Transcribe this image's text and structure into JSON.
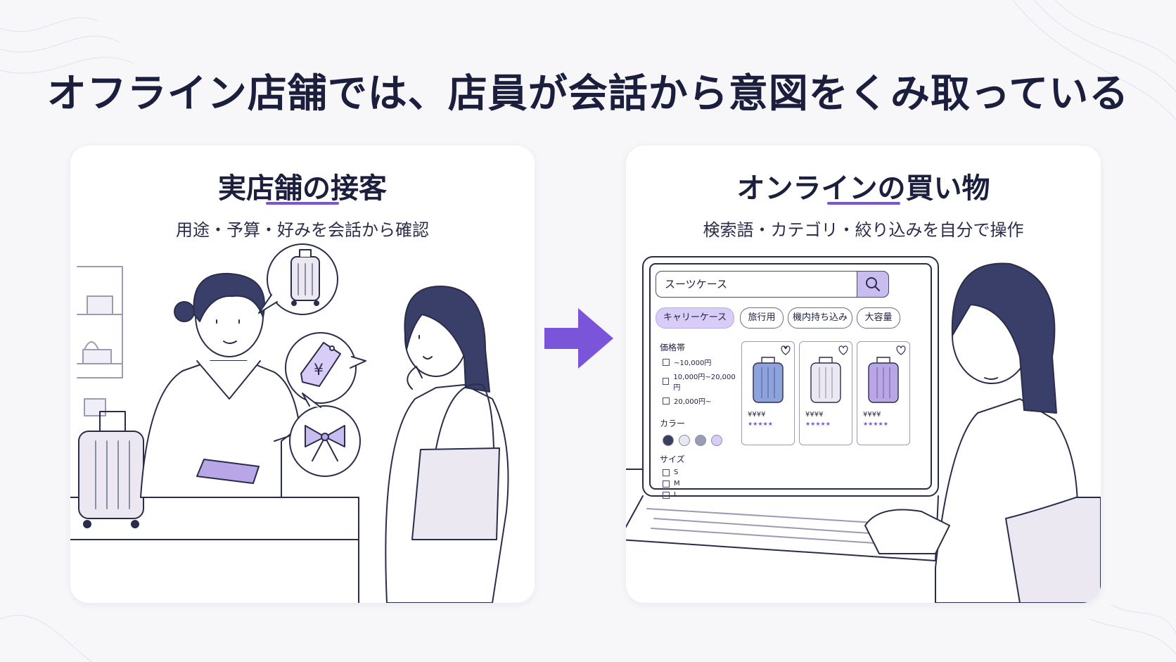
{
  "title": "オフライン店舗では、店員が会話から意図をくみ取っている",
  "left_card": {
    "title": "実店舗の接客",
    "subtitle": "用途・予算・好みを会話から確認",
    "tag_symbol": "¥"
  },
  "right_card": {
    "title": "オンラインの買い物",
    "subtitle": "検索語・カテゴリ・絞り込みを自分で操作",
    "screen": {
      "search_value": "スーツケース",
      "chips": [
        "キャリーケース",
        "旅行用",
        "機内持ち込み",
        "大容量"
      ],
      "filters": {
        "price_heading": "価格帯",
        "price_options": [
          "~10,000円",
          "10,000円~20,000円",
          "20,000円~"
        ],
        "color_heading": "カラー",
        "size_heading": "サイズ",
        "size_options": [
          "S",
          "M",
          "L"
        ]
      },
      "products": [
        {
          "price": "¥¥¥¥",
          "stars": "★★★★★"
        },
        {
          "price": "¥¥¥¥",
          "stars": "★★★★★"
        },
        {
          "price": "¥¥¥¥",
          "stars": "★★★★★"
        }
      ]
    }
  },
  "colors": {
    "accent": "#7b55d9",
    "ink": "#1b1f3d",
    "lavender": "#d8cdf7",
    "suitcase_blue": "#8ea2dc",
    "suitcase_white": "#ece8f2",
    "suitcase_purple": "#b9a6e6"
  }
}
